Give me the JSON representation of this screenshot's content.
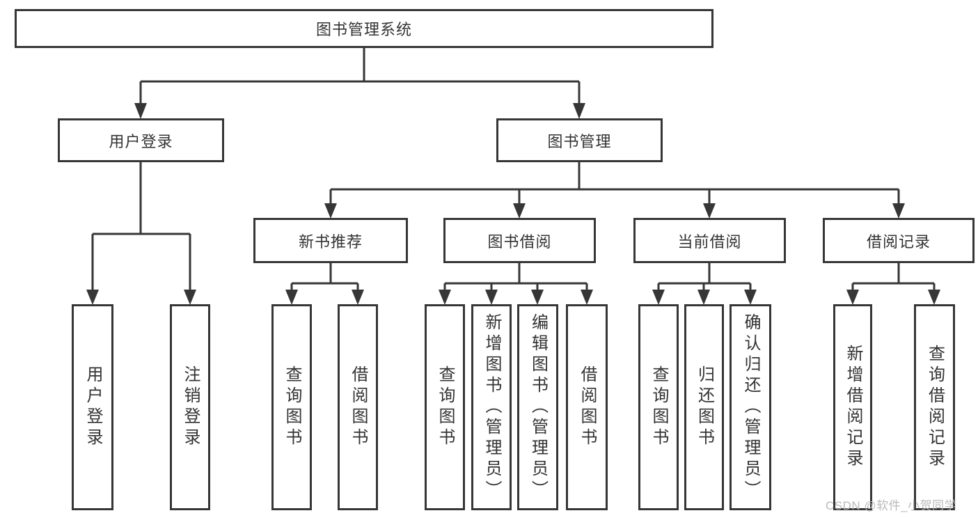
{
  "diagram": {
    "root_label": "图书管理系统",
    "level2": [
      {
        "label": "用户登录",
        "children": [
          {
            "label": "用户登录"
          },
          {
            "label": "注销登录"
          }
        ]
      },
      {
        "label": "图书管理",
        "children": [
          {
            "label": "新书推荐",
            "children": [
              {
                "label": "查询图书"
              },
              {
                "label": "借阅图书"
              }
            ]
          },
          {
            "label": "图书借阅",
            "children": [
              {
                "label": "查询图书"
              },
              {
                "label": "新增图书（管理员）"
              },
              {
                "label": "编辑图书（管理员）"
              },
              {
                "label": "借阅图书"
              }
            ]
          },
          {
            "label": "当前借阅",
            "children": [
              {
                "label": "查询图书"
              },
              {
                "label": "归还图书"
              },
              {
                "label": "确认归还（管理员）"
              }
            ]
          },
          {
            "label": "借阅记录",
            "children": [
              {
                "label": "新增借阅记录"
              },
              {
                "label": "查询借阅记录"
              }
            ]
          }
        ]
      }
    ]
  },
  "watermark": {
    "text": "CSDN @软件_小贺同学"
  },
  "colors": {
    "line": "#363636",
    "text": "#333333",
    "background": "#ffffff",
    "watermark": "#b6b6b6"
  }
}
